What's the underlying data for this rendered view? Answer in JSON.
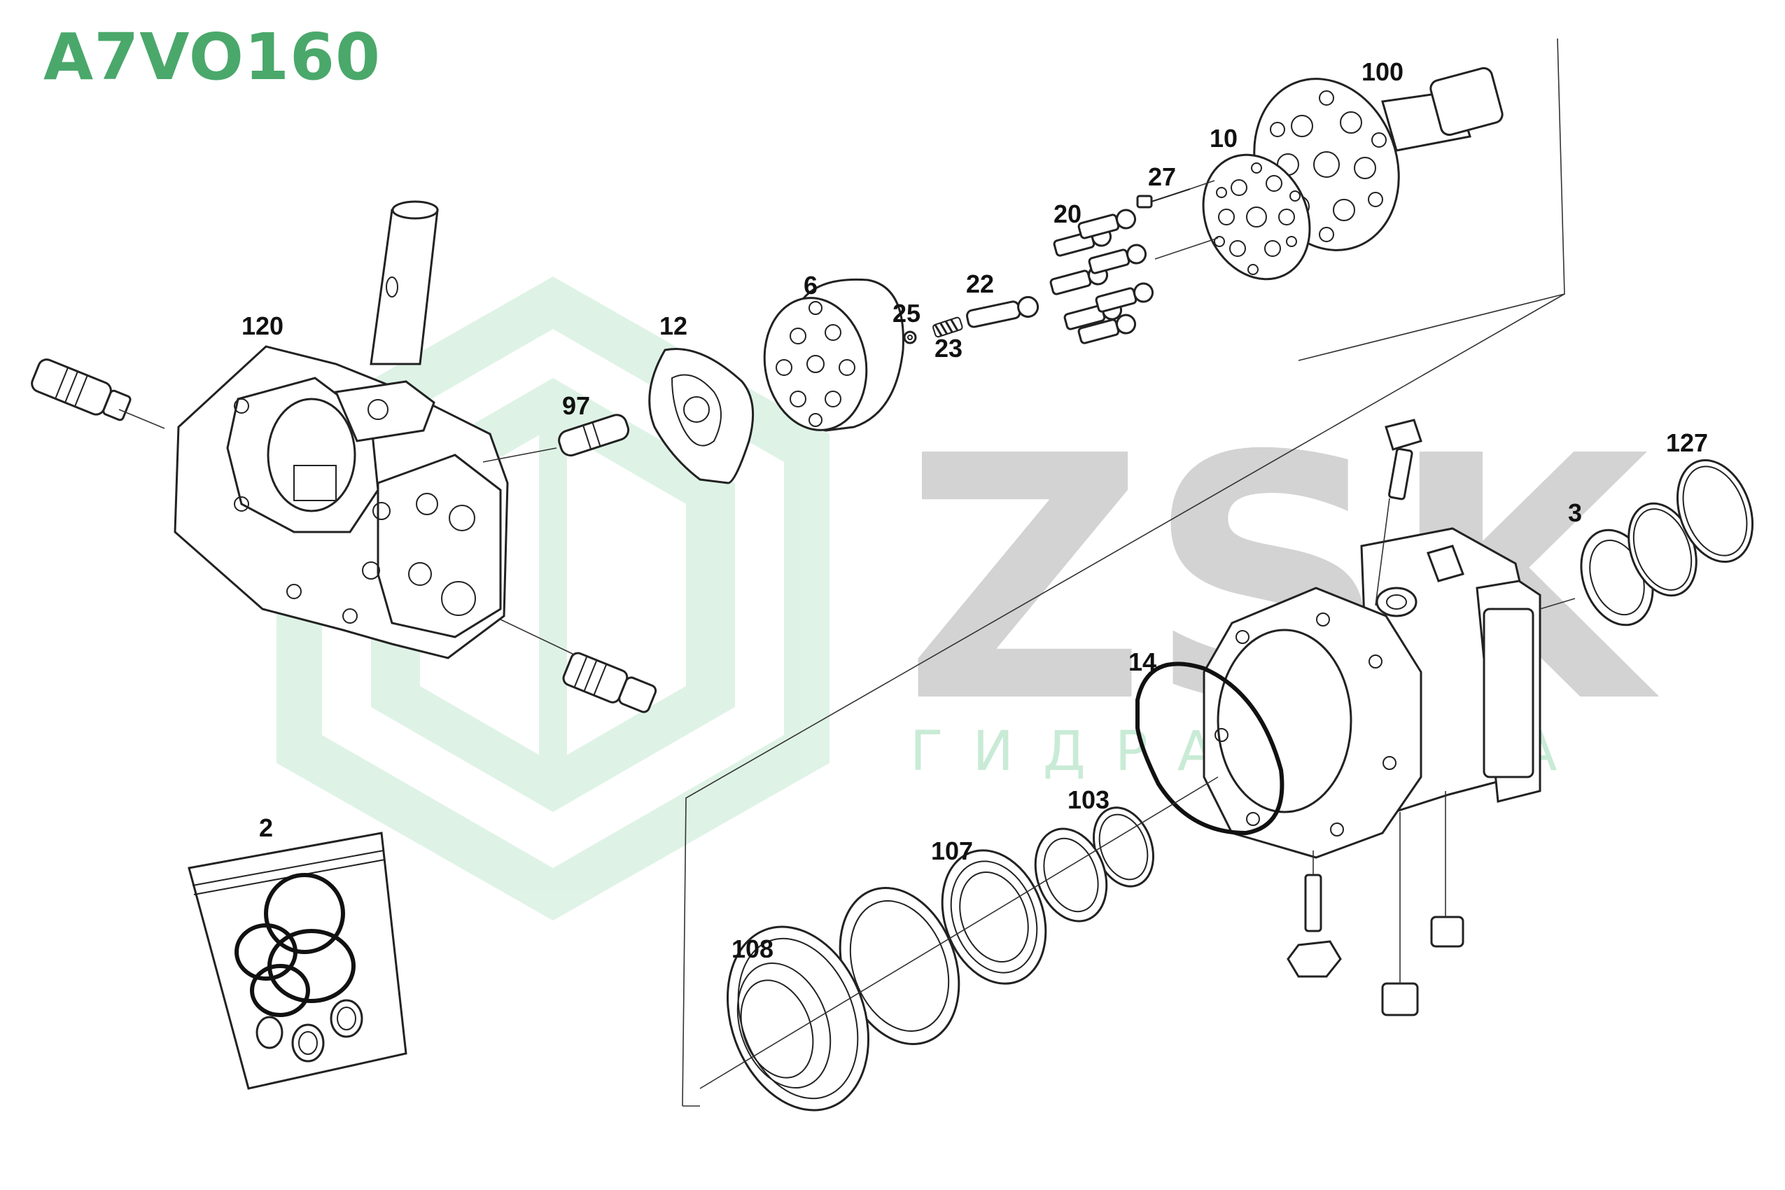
{
  "title": "A7VO160",
  "watermark": {
    "brand": "ZSK",
    "subtitle": "ГИДРАВЛИКА"
  },
  "callouts": [
    "100",
    "10",
    "27",
    "20",
    "22",
    "6",
    "25",
    "23",
    "12",
    "120",
    "97",
    "127",
    "3",
    "14",
    "103",
    "107",
    "108",
    "2"
  ],
  "colors": {
    "title": "#4aa86b",
    "watermark_logo": "#d8f0e1",
    "watermark_text": "#d3d3d3"
  }
}
